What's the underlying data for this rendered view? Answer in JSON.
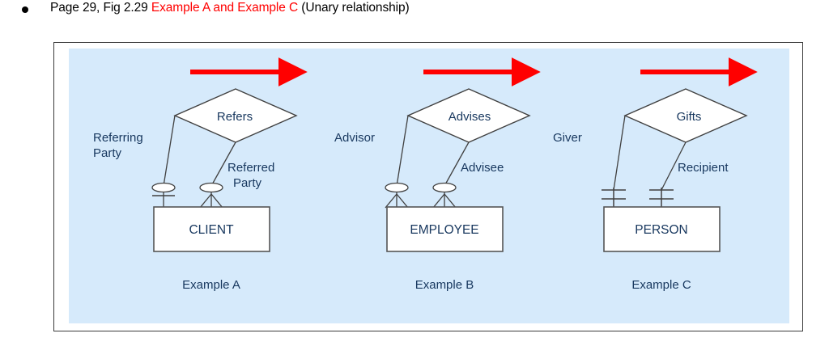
{
  "header": {
    "bullet": "•",
    "prefix": "Page 29, Fig 2.29 ",
    "highlight": "Example A and Example C",
    "suffix": " (Unary relationship)",
    "highlight_color": "#ff0000",
    "text_color": "#000000"
  },
  "figure": {
    "panel_color": "#d6eafb",
    "frame_border_color": "#3a3a3a",
    "shape_line_color": "#404040",
    "entity_fill": "#ffffff",
    "relationship_fill": "#ffffff",
    "label_color": "#17375e",
    "arrow_color": "#ff0000",
    "arrow_icon": "right-arrow-icon"
  },
  "examples": [
    {
      "caption": "Example A",
      "entity": "CLIENT",
      "relationship": "Refers",
      "left_role": "Referring\nParty",
      "left_role_line1": "Referring",
      "left_role_line2": "Party",
      "right_role_line1": "Referred",
      "right_role_line2": "Party",
      "left_cardinality": "zero-or-one",
      "right_cardinality": "zero-or-many"
    },
    {
      "caption": "Example B",
      "entity": "EMPLOYEE",
      "relationship": "Advises",
      "left_role_line1": "Advisor",
      "left_role_line2": "",
      "right_role_line1": "Advisee",
      "right_role_line2": "",
      "left_cardinality": "zero-or-many",
      "right_cardinality": "zero-or-many"
    },
    {
      "caption": "Example C",
      "entity": "PERSON",
      "relationship": "Gifts",
      "left_role_line1": "Giver",
      "left_role_line2": "",
      "right_role_line1": "Recipient",
      "right_role_line2": "",
      "left_cardinality": "one-and-only-one",
      "right_cardinality": "one-and-only-one"
    }
  ]
}
